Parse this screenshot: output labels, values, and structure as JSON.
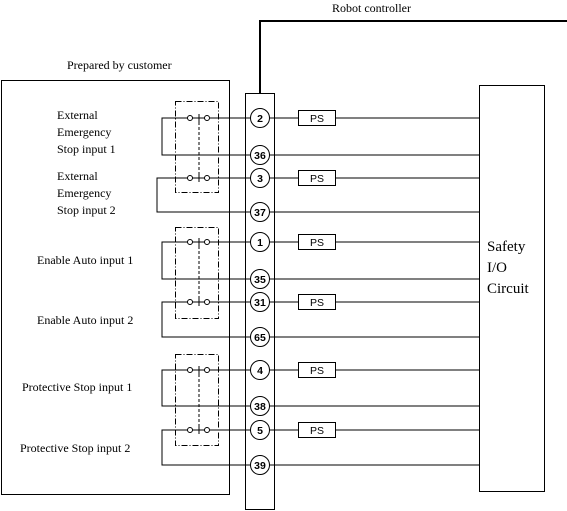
{
  "robot_controller_label": "Robot controller",
  "customer_label": "Prepared by customer",
  "safety_circuit_label": [
    "Safety",
    "I/O",
    "Circuit"
  ],
  "ps_label": "PS",
  "inputs": [
    {
      "label": [
        "External",
        "Emergency",
        "Stop input 1"
      ],
      "top_terminal": "2",
      "bottom_terminal": "36",
      "has_ps": true
    },
    {
      "label": [
        "External",
        "Emergency",
        "Stop input 2"
      ],
      "top_terminal": "3",
      "bottom_terminal": "37",
      "has_ps": true
    },
    {
      "label": [
        "Enable Auto input 1"
      ],
      "top_terminal": "1",
      "bottom_terminal": "35",
      "has_ps": true
    },
    {
      "label": [
        "Enable Auto input 2"
      ],
      "top_terminal": "31",
      "bottom_terminal": "65",
      "has_ps": true
    },
    {
      "label": [
        "Protective Stop input 1"
      ],
      "top_terminal": "4",
      "bottom_terminal": "38",
      "has_ps": true
    },
    {
      "label": [
        "Protective Stop input 2"
      ],
      "top_terminal": "5",
      "bottom_terminal": "39",
      "has_ps": true
    }
  ],
  "switch_groups": [
    {
      "name": "emergency-stop",
      "inputs": [
        0,
        1
      ]
    },
    {
      "name": "enable-auto",
      "inputs": [
        2,
        3
      ]
    },
    {
      "name": "protective-stop",
      "inputs": [
        4,
        5
      ]
    }
  ]
}
